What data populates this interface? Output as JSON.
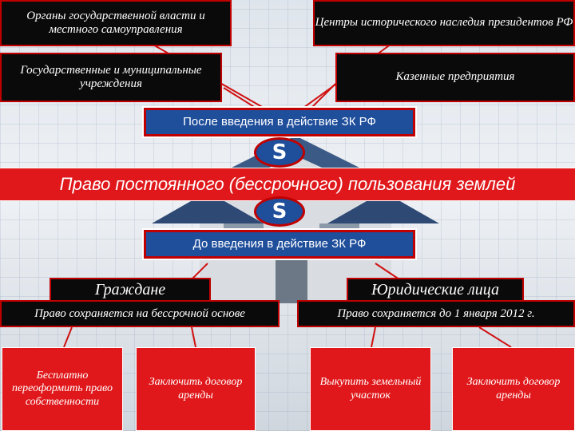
{
  "top_boxes": {
    "authorities": "Органы государственной власти и местного самоуправления",
    "heritage": "Центры исторического наследия президентов РФ",
    "institutions": "Государственные и муниципальные учреждения",
    "enterprises": "Казенные предприятия"
  },
  "after_label": "После введения в действие ЗК РФ",
  "s_symbol": "S",
  "band_text": "Право постоянного (бессрочного) пользования землей",
  "before_label": "До введения в действие ЗК РФ",
  "citizens": {
    "title": "Граждане",
    "note": "Право сохраняется на бессрочной основе",
    "options": [
      "Бесплатно переоформить право собственности",
      "Заключить договор аренды"
    ]
  },
  "legal_entities": {
    "title": "Юридические лица",
    "note": "Право сохраняется до 1 января 2012 г.",
    "options": [
      "Выкупить земельный участок",
      "Заключить договор аренды"
    ]
  },
  "colors": {
    "red": "#e0181b",
    "blue": "#1f4e9b",
    "black": "#0a0a0a"
  }
}
